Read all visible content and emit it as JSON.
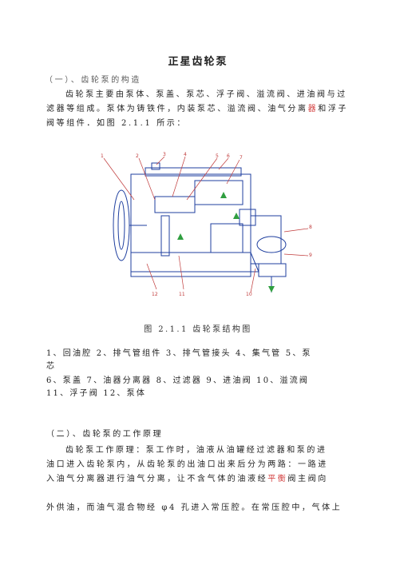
{
  "title": "正星齿轮泵",
  "section1": {
    "heading": "（一）、齿轮泵的构造",
    "para_line1": "齿轮泵主要由泵体、泵盖、泵芯、浮子阀、溢流阀、进油阀与过",
    "para_line2": "滤器等组成。泵体为铸铁件，内装泵芯、溢流阀、油气分离",
    "para_line2_highlight": "器",
    "para_line2_tail": "和浮子",
    "para_line3": "阀等组件．如图 2.1.1 所示："
  },
  "figure": {
    "caption": "图 2.1.1 齿轮泵结构图",
    "callouts": [
      "1",
      "2",
      "3",
      "4",
      "5",
      "6",
      "7",
      "8",
      "9",
      "10",
      "11",
      "12"
    ],
    "line_color": "#1f3f9f",
    "callout_color": "#c03a3a"
  },
  "parts_list": {
    "line1": "1、回油腔  2、排气管组件   3、排气管接头   4、集气管  5、泵",
    "line1_wrap": "芯",
    "line2": "6、泵盖  7、油器分离器   8、过滤器   9、进油阀   10、溢流阀",
    "line3": "11、浮子阀  12、泵体"
  },
  "section2": {
    "heading": "（二）、齿轮泵的工作原理",
    "line1": "齿轮泵工作原理：泵工作时，油液从油罐经过滤器和泵的进",
    "line2": "油口进入齿轮泵内，从齿轮泵的出油口出来后分为两路：一路进",
    "line3a": "入油气分离器进行油气分离，让不含气体的油液经",
    "line3_highlight": "平衡",
    "line3b": "阀主阀向",
    "line4": "外供油，而油气混合物经 φ4 孔进入常压腔。在常压腔中，气体上"
  }
}
